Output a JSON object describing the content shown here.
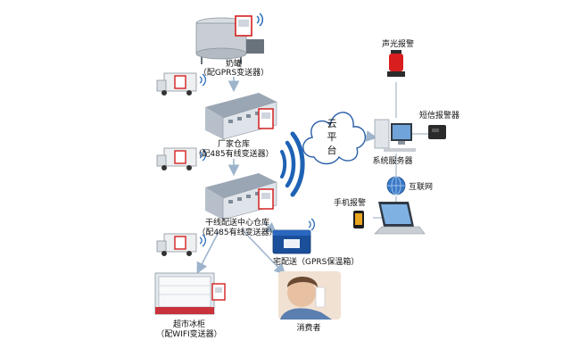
{
  "nodes": {
    "milk_tank": {
      "name": "奶罐",
      "note": "（配GPRS变送器）"
    },
    "factory_warehouse": {
      "name": "厂家仓库",
      "note": "（配485有线变送器）"
    },
    "distribution_center": {
      "name": "干线配送中心仓库",
      "note": "（配485有线变送器）"
    },
    "supermarket": {
      "name": "超市冰柜",
      "note": "（配WIFI变送器）"
    },
    "home_delivery": {
      "name": "宅配送（GPRS保温箱）"
    },
    "consumer": {
      "name": "消费者"
    },
    "cloud": {
      "chars": [
        "云",
        "平",
        "台"
      ]
    },
    "sound_light_alarm": {
      "name": "声光报警"
    },
    "sms_alarm": {
      "name": "短信报警器"
    },
    "system_server": {
      "name": "系统服务器"
    },
    "internet": {
      "name": "互联网"
    },
    "phone_alarm": {
      "name": "手机报警"
    }
  },
  "colors": {
    "wifi": "#1e62b5",
    "arrow": "#9db4cc",
    "sensor_border": "#d42020",
    "truck": "#eef0f2",
    "building": "#dfe4ea",
    "cooler": "#1b4f9a",
    "alarm_red": "#d81e1e"
  }
}
